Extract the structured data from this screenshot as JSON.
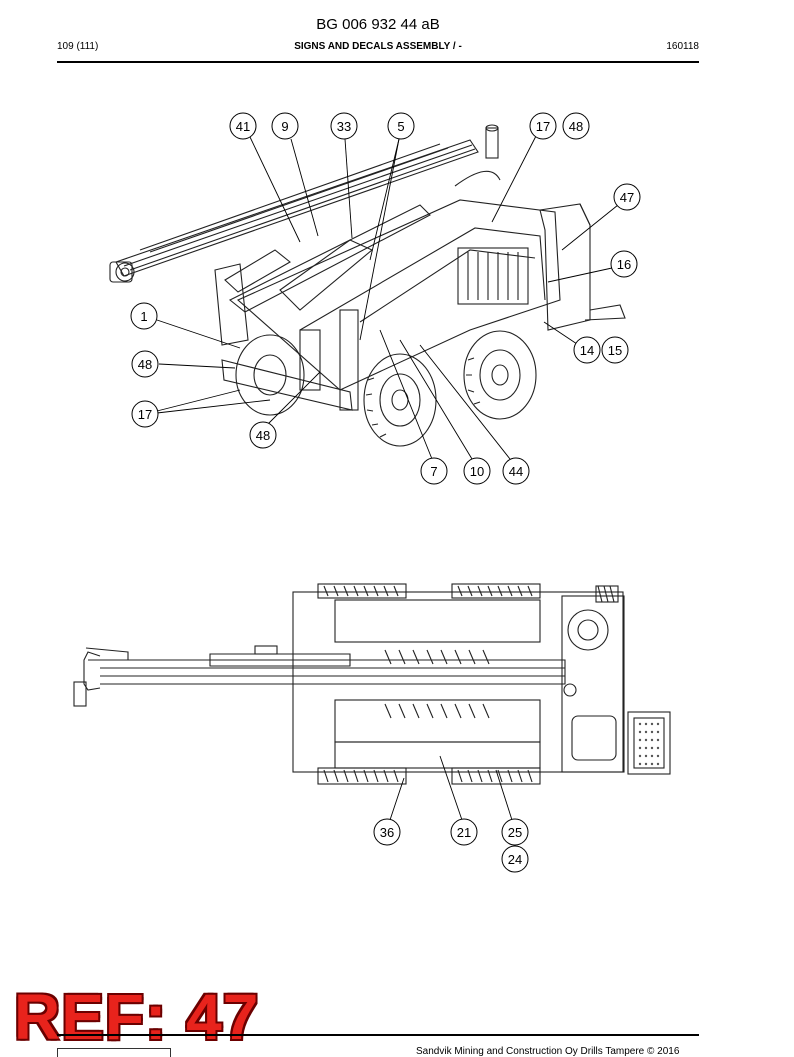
{
  "document": {
    "number": "BG 006 932 44 aB",
    "page": "109 (111)",
    "section_title": "SIGNS AND DECALS ASSEMBLY / -",
    "date_code": "160118"
  },
  "callouts_top": [
    "41",
    "9",
    "33",
    "5",
    "17",
    "48",
    "47",
    "16",
    "1",
    "14",
    "15",
    "48",
    "17",
    "48",
    "7",
    "10",
    "44"
  ],
  "callouts_bottom": [
    "36",
    "21",
    "25",
    "24"
  ],
  "stamp": {
    "text": "REF: 47",
    "color": "#e8231c"
  },
  "footer": {
    "text": "Sandvik Mining and Construction Oy Drills Tampere © 2016"
  }
}
